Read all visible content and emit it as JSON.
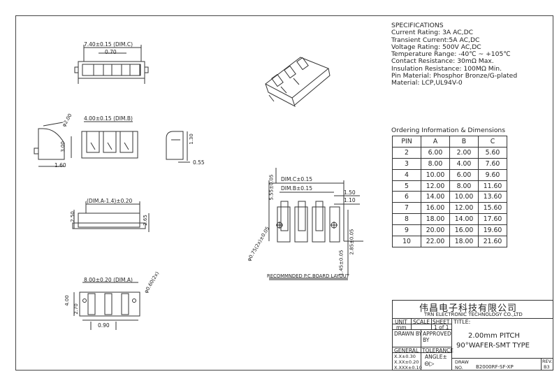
{
  "specifications": {
    "heading": "SPECIFICATIONS",
    "lines": [
      "Current Rating: 3A AC,DC",
      "Transient Current:5A AC,DC",
      "Voltage Rating: 500V AC,DC",
      "Temperature Range: -40℃ ~ +105℃",
      "Contact Resistance: 30mΩ Max.",
      "Insulation Resistance: 100MΩ Min.",
      "Pin Material: Phosphor Bronze/G-plated",
      "Material: LCP,UL94V-0"
    ]
  },
  "ordering": {
    "heading": "Ordering Information & Dimensions",
    "columns": [
      "PIN",
      "A",
      "B",
      "C"
    ],
    "rows": [
      [
        "2",
        "6.00",
        "2.00",
        "5.60"
      ],
      [
        "3",
        "8.00",
        "4.00",
        "7.60"
      ],
      [
        "4",
        "10.00",
        "6.00",
        "9.60"
      ],
      [
        "5",
        "12.00",
        "8.00",
        "11.60"
      ],
      [
        "6",
        "14.00",
        "10.00",
        "13.60"
      ],
      [
        "7",
        "16.00",
        "12.00",
        "15.60"
      ],
      [
        "8",
        "18.00",
        "14.00",
        "17.60"
      ],
      [
        "9",
        "20.00",
        "16.00",
        "19.60"
      ],
      [
        "10",
        "22.00",
        "18.00",
        "21.60"
      ]
    ]
  },
  "dimensions": {
    "top_width": "7.40±0.15 (DIM.C)",
    "top_inner": "0.70",
    "front_width": "4.00±0.15 (DIM.B)",
    "side_radius": "φ2.00",
    "side_height": "3.00",
    "side_depth": "1.60",
    "detail_height": "1.30",
    "detail_width": "0.55",
    "bottom_width": "(DIM.A-1.4)±0.20",
    "bottom_h_left": "2.50",
    "bottom_h_right": "2.65",
    "pcb_dim_c": "DIM.C±0.15",
    "pcb_dim_b": "DIM.B±0.15",
    "pcb_150": "1.50",
    "pcb_110": "1.10",
    "pcb_vert": "5.55±0.05",
    "pcb_hole": "φ0.75(2x)±0.05",
    "pcb_285": "2.85±0.05",
    "pcb_145": "1.45±0.05",
    "pcb_title": "RECOMMNDED P.C.BOARD LAYOUT",
    "lower_width": "8.00±0.20 (DIM.A)",
    "lower_hole": "φ0.60(2x)",
    "lower_h1": "4.00",
    "lower_h2": "2.70",
    "lower_pitch": "0.90"
  },
  "title_block": {
    "company_cn": "伟昌电子科技有限公司",
    "company_en": "TRN ELECTRONIC TECHNOLOGY CO.,LTD",
    "unit_label": "UNIT",
    "unit_value": "mm",
    "scale_label": "SCALE",
    "sheet_label": "SHEET",
    "sheet_value": "1 of 1",
    "title_label": "TITLE:",
    "drawn_by": "DRAWN BY",
    "approved_by": "APPROVED BY",
    "title_line1": "2.00mm PITCH",
    "title_line2": "90°WAFER-SMT TYPE",
    "general": "GENERAL",
    "tolerance": "TOLERANCE",
    "tol1": "X.X±0.30",
    "tol2": "X.XX±0.20",
    "tol3": "X.XXX±0.10",
    "angle": "ANGLE±",
    "draw_no_label": "DRAW NO.",
    "draw_no": "B2000RF-SF-XP",
    "rev_label": "REV.",
    "rev_value": "B3"
  }
}
